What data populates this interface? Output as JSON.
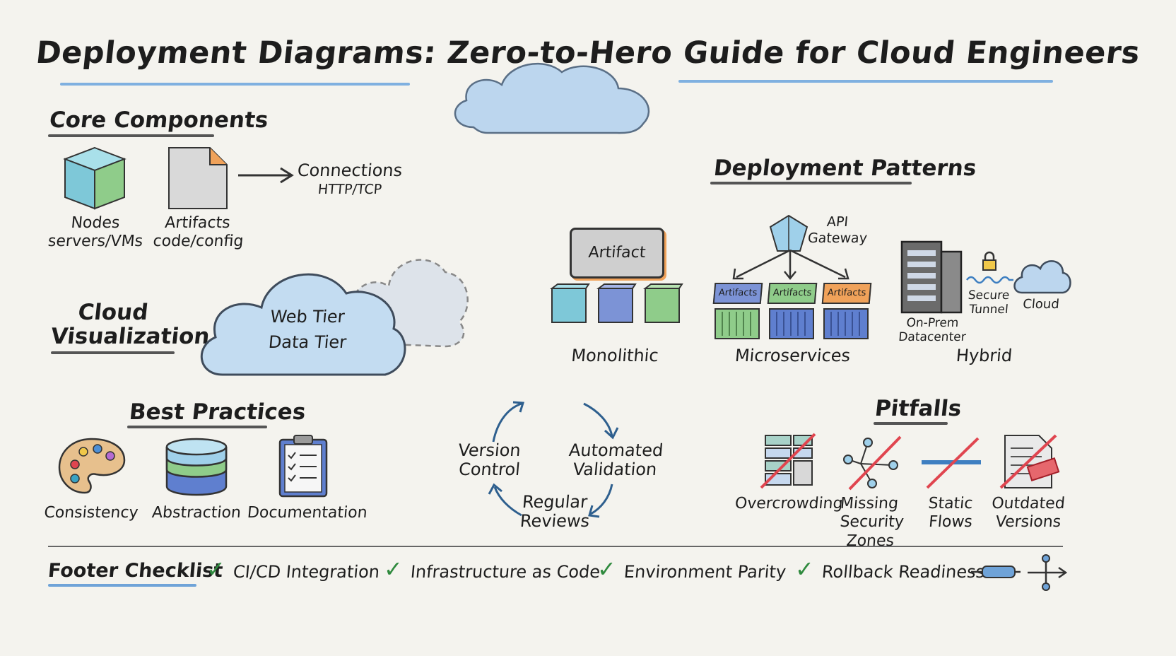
{
  "title": "Deployment Diagrams: Zero-to-Hero Guide for Cloud Engineers",
  "core": {
    "heading": "Core Components",
    "nodes_label": "Nodes",
    "nodes_sub": "servers/VMs",
    "artifacts_label": "Artifacts",
    "artifacts_sub": "code/config",
    "connections_label": "Connections",
    "connections_sub": "HTTP/TCP"
  },
  "cloud_viz": {
    "heading_line1": "Cloud",
    "heading_line2": "Visualization",
    "tier1": "Web Tier",
    "tier2": "Data Tier"
  },
  "patterns": {
    "heading": "Deployment Patterns",
    "monolithic": {
      "artifact": "Artifact",
      "label": "Monolithic"
    },
    "microservices": {
      "gateway_line1": "API",
      "gateway_line2": "Gateway",
      "artifacts": [
        "Artifacts",
        "Artifacts",
        "Artifacts"
      ],
      "label": "Microservices"
    },
    "hybrid": {
      "onprem_line1": "On-Prem",
      "onprem_line2": "Datacenter",
      "tunnel_line1": "Secure",
      "tunnel_line2": "Tunnel",
      "cloud": "Cloud",
      "label": "Hybrid"
    }
  },
  "best_practices": {
    "heading": "Best Practices",
    "items": [
      "Consistency",
      "Abstraction",
      "Documentation"
    ]
  },
  "cycle": {
    "version_line1": "Version",
    "version_line2": "Control",
    "automated_line1": "Automated",
    "automated_line2": "Validation",
    "regular_line1": "Regular",
    "regular_line2": "Reviews"
  },
  "pitfalls": {
    "heading": "Pitfalls",
    "overcrowding": "Overcrowding",
    "missing_line1": "Missing",
    "missing_line2": "Security Zones",
    "static_line1": "Static",
    "static_line2": "Flows",
    "outdated_line1": "Outdated",
    "outdated_line2": "Versions"
  },
  "footer": {
    "heading": "Footer Checklist",
    "items": [
      "CI/CD Integration",
      "Infrastructure as Code",
      "Environment Parity",
      "Rollback Readiness"
    ]
  },
  "colors": {
    "accent_blue": "#6fa3d8",
    "cube_teal": "#7ec8d8",
    "cube_blue": "#7c93d6",
    "cube_green": "#8fcc8a",
    "orange": "#f0a25a",
    "red_cross": "#e0454f",
    "check_green": "#2f8a3e"
  },
  "icons": [
    "cloud-icon",
    "cube-icon",
    "document-icon",
    "arrow-right-icon",
    "server-icon",
    "lock-icon",
    "palette-icon",
    "database-icon",
    "clipboard-icon",
    "checkmark-icon",
    "warning-stamp-icon"
  ]
}
